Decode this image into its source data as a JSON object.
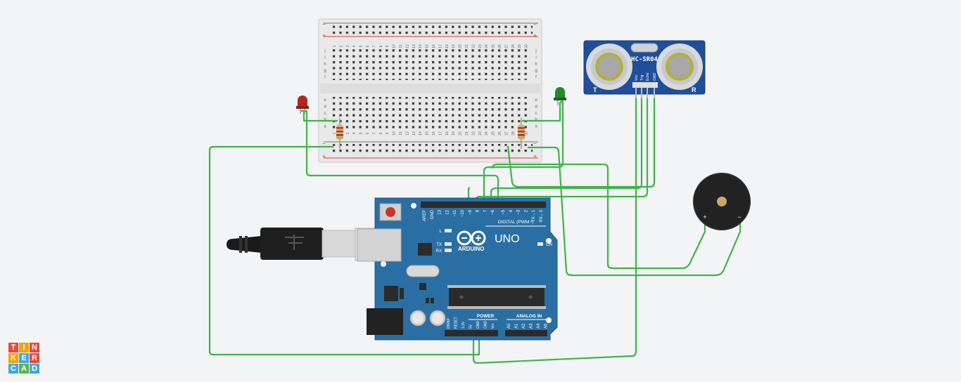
{
  "app": {
    "logo": [
      "T",
      "I",
      "N",
      "K",
      "E",
      "R",
      "C",
      "A",
      "D"
    ]
  },
  "logo_colors": [
    "#e8493b",
    "#f0a30a",
    "#e8493b",
    "#f0a30a",
    "#3ea9e2",
    "#e8493b",
    "#3ea9e2",
    "#62b347",
    "#3ea9e2"
  ],
  "sensor": {
    "model": "HC-SR04",
    "pins": [
      "Vcc",
      "Trig",
      "Echo",
      "GND"
    ],
    "left_mark": "T",
    "right_mark": "R"
  },
  "arduino": {
    "brand": "ARDUINO",
    "model": "UNO",
    "digital_label": "DIGITAL (PWM~)",
    "analog_label": "ANALOG IN",
    "power_label": "POWER",
    "on_label": "ON",
    "led_labels": [
      "L",
      "TX",
      "RX"
    ],
    "digital_pins": [
      "AREF",
      "GND",
      "13",
      "12",
      "~11",
      "~10",
      "~9",
      "8",
      "7",
      "~6",
      "~5",
      "4",
      "~3",
      "2",
      "TX→1",
      "RX←0"
    ],
    "power_pins": [
      "IOREF",
      "RESET",
      "3.3V",
      "5V",
      "GND",
      "GND",
      "Vin"
    ],
    "analog_pins": [
      "A0",
      "A1",
      "A2",
      "A3",
      "A4",
      "A5"
    ]
  },
  "breadboard": {
    "row_letters_top": [
      "j",
      "i",
      "h",
      "g",
      "f"
    ],
    "row_letters_bottom": [
      "e",
      "d",
      "c",
      "b",
      "a"
    ],
    "columns": [
      "1",
      "2",
      "3",
      "4",
      "5",
      "6",
      "7",
      "8",
      "9",
      "10",
      "11",
      "12",
      "13",
      "14",
      "15",
      "16",
      "17",
      "18",
      "19",
      "20",
      "21",
      "22",
      "23",
      "24",
      "25",
      "26",
      "27",
      "28",
      "29",
      "30"
    ],
    "rail_plus": "+",
    "rail_minus": "−"
  },
  "buzzer": {
    "plus": "+",
    "minus": "−"
  },
  "colors": {
    "wire": "#3fb44a",
    "board": "#2a6fa3",
    "sensor": "#1f4f9a",
    "led_red": "#b3261e",
    "led_green": "#1f8a2a"
  }
}
